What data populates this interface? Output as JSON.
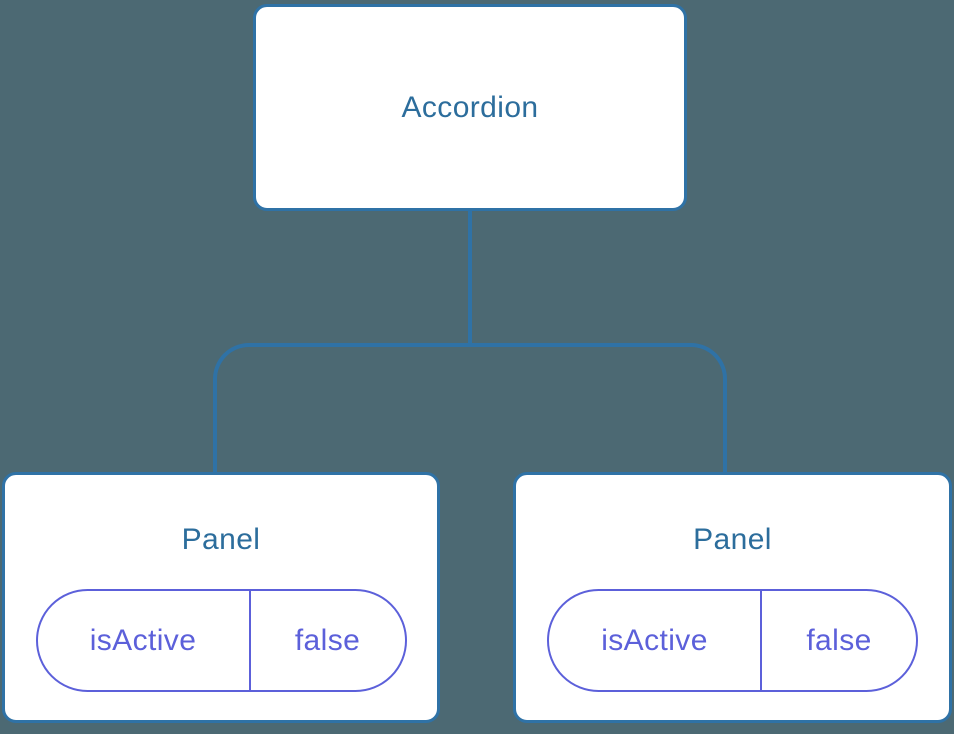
{
  "colors": {
    "background": "#4C6973",
    "node-fill": "#FFFFFF",
    "stroke-blue": "#2F72A6",
    "text-blue": "#2C6D9C",
    "state-purple": "#5C60DA"
  },
  "tree": {
    "root": {
      "label": "Accordion"
    },
    "children": [
      {
        "label": "Panel",
        "state": {
          "key": "isActive",
          "value": "false"
        }
      },
      {
        "label": "Panel",
        "state": {
          "key": "isActive",
          "value": "false"
        }
      }
    ]
  }
}
